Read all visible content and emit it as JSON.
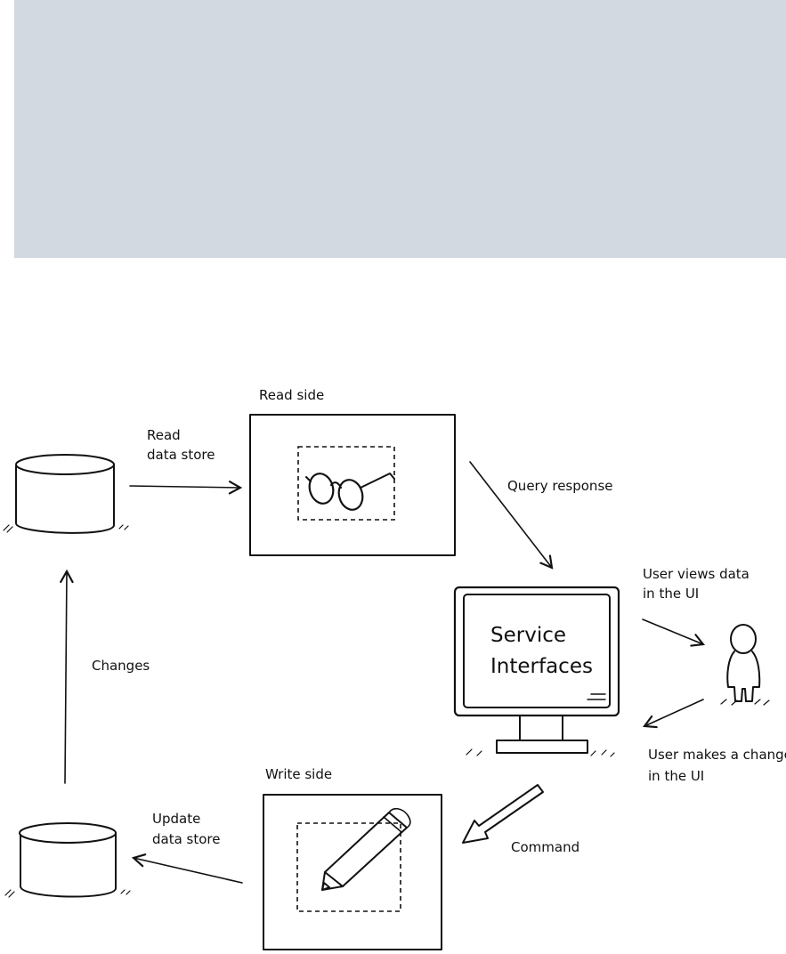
{
  "diagram": {
    "read_store_label": [
      "Read",
      "data store"
    ],
    "read_side_title": "Read side",
    "query_response_label": "Query response",
    "service_interfaces_text": [
      "Service",
      "Interfaces"
    ],
    "user_views_label": [
      "User views data",
      "in the UI"
    ],
    "user_makes_label": [
      "User makes a change",
      "in the UI"
    ],
    "changes_label": "Changes",
    "write_side_title": "Write side",
    "update_store_label": [
      "Update",
      "data store"
    ],
    "command_label": "Command"
  },
  "colors": {
    "header_band": "#d3d9e0",
    "ink": "#111111"
  },
  "icons": {
    "read_side": "glasses-icon",
    "write_side": "pencil-icon",
    "user": "person-icon",
    "stores": "database-icon"
  }
}
